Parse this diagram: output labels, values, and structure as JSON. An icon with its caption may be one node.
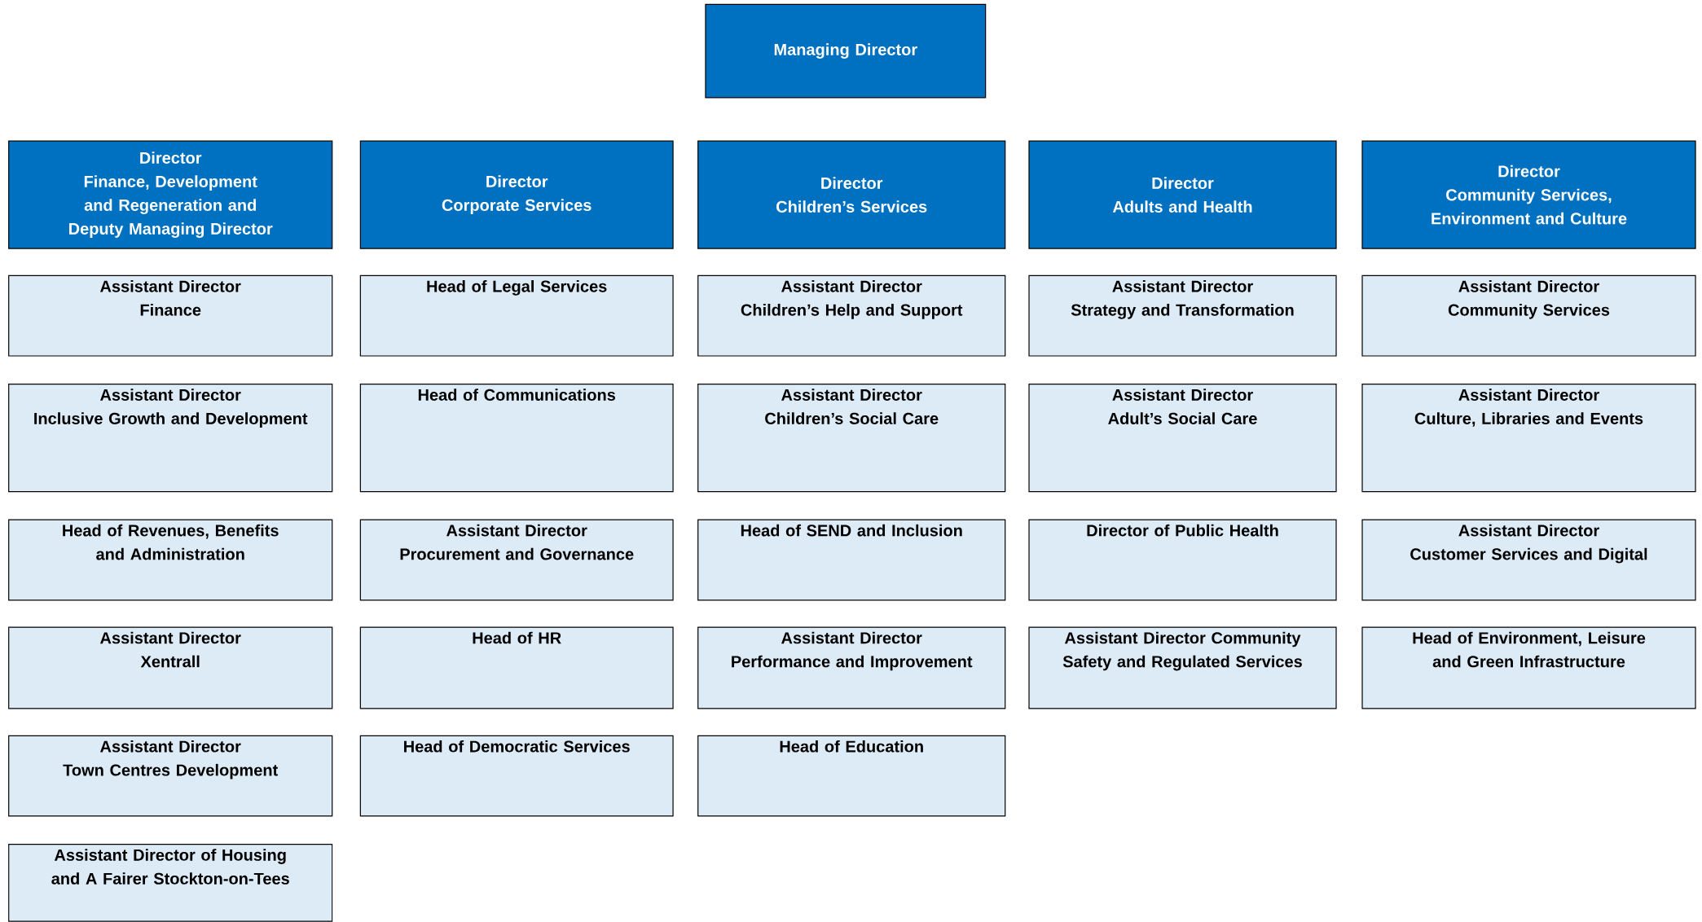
{
  "diagram": {
    "nodes": [
      {
        "text": [
          "Managing Director"
        ]
      },
      {
        "text": [
          "Director",
          "Finance, Development and Regeneration and Deputy Managing Director"
        ]
      },
      {
        "text": [
          "Director",
          "Corporate Services"
        ]
      },
      {
        "text": [
          "Director",
          "Children’s Services"
        ]
      },
      {
        "text": [
          "Director",
          "Adults and Health"
        ]
      },
      {
        "text": [
          "Director",
          "Community Services, Environment and Culture"
        ]
      },
      {
        "text": [
          "Assistant Director",
          "Finance"
        ]
      },
      {
        "text": [
          "Head of Legal Services"
        ]
      },
      {
        "text": [
          "Assistant Director",
          "Children’s Help and Support"
        ]
      },
      {
        "text": [
          "Assistant Director",
          "Strategy and Transformation"
        ]
      },
      {
        "text": [
          "Assistant Director",
          "Community Services"
        ]
      },
      {
        "text": [
          "Assistant Director",
          "Inclusive Growth and Development"
        ]
      },
      {
        "text": [
          "Head of Communications"
        ]
      },
      {
        "text": [
          "Assistant Director",
          "Children’s Social Care"
        ]
      },
      {
        "text": [
          "Assistant Director",
          "Adult’s Social Care"
        ]
      },
      {
        "text": [
          "Assistant Director",
          "Culture, Libraries and Events"
        ]
      },
      {
        "text": [
          "Head of Revenues, Benefits and Administration"
        ]
      },
      {
        "text": [
          "Assistant Director Procurement and Governance"
        ]
      },
      {
        "text": [
          "Head of SEND and Inclusion"
        ]
      },
      {
        "text": [
          "Director of Public Health"
        ]
      },
      {
        "text": [
          "Assistant Director",
          "Customer Services and Digital"
        ]
      },
      {
        "text": [
          "Assistant Director",
          "Xentrall"
        ]
      },
      {
        "text": [
          "Head of HR"
        ]
      },
      {
        "text": [
          "Assistant Director Performance and Improvement"
        ]
      },
      {
        "text": [
          "Assistant Director Community Safety and Regulated Services"
        ]
      },
      {
        "text": [
          "Head of Environment, Leisure and Green Infrastructure"
        ]
      },
      {
        "text": [
          "Assistant Director",
          "Town Centres Development"
        ]
      },
      {
        "text": [
          "Head of Democratic Services"
        ]
      },
      {
        "text": [
          "Head of Education"
        ]
      },
      {
        "text": [
          "Assistant Director of Housing and A Fairer Stockton-on-Tees"
        ]
      }
    ]
  }
}
